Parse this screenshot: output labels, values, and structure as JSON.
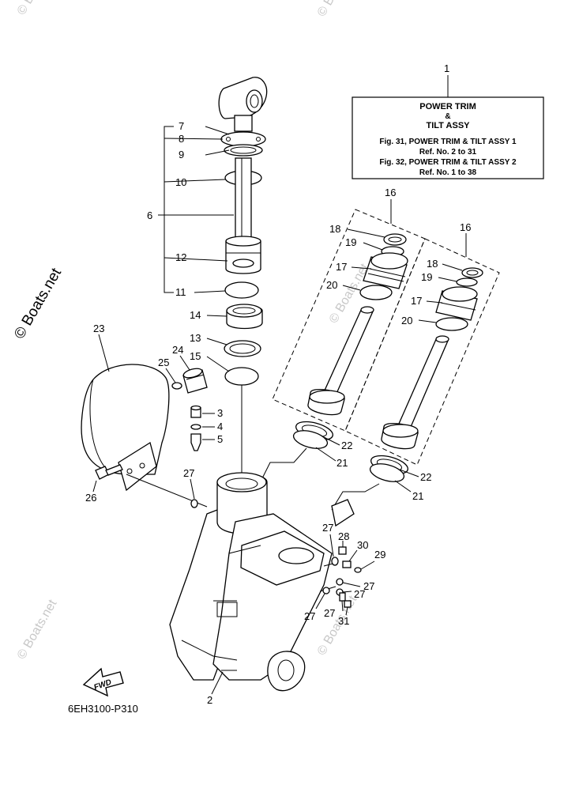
{
  "watermark": {
    "text": "© Boats.net"
  },
  "legend_box": {
    "title_line1": "POWER TRIM",
    "title_line2": "&",
    "title_line3": "TILT ASSY",
    "ref_line1": "Fig. 31, POWER TRIM & TILT ASSY 1",
    "ref_line2": "Ref. No. 2 to 31",
    "ref_line3": "Fig. 32, POWER TRIM & TILT ASSY 2",
    "ref_line4": "Ref. No. 1 to 38"
  },
  "callouts": {
    "c1": "1",
    "c2": "2",
    "c3": "3",
    "c4": "4",
    "c5": "5",
    "c6": "6",
    "c7": "7",
    "c8": "8",
    "c9": "9",
    "c10": "10",
    "c11": "11",
    "c12": "12",
    "c13": "13",
    "c14": "14",
    "c15": "15",
    "c16a": "16",
    "c16b": "16",
    "c17a": "17",
    "c17b": "17",
    "c18a": "18",
    "c18b": "18",
    "c19a": "19",
    "c19b": "19",
    "c20a": "20",
    "c20b": "20",
    "c21a": "21",
    "c21b": "21",
    "c22a": "22",
    "c22b": "22",
    "c23": "23",
    "c24": "24",
    "c25": "25",
    "c26": "26",
    "c27a": "27",
    "c27b": "27",
    "c27c": "27",
    "c27d": "27",
    "c27e": "27",
    "c27f": "27",
    "c28": "28",
    "c29": "29",
    "c30": "30",
    "c31": "31"
  },
  "fwd_label": "FWD",
  "figure_code": "6EH3100-P310",
  "icons": [
    "fwd-arrow-icon"
  ]
}
